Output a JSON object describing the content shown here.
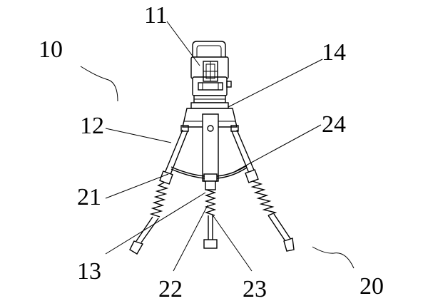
{
  "labels": {
    "l10": "10",
    "l11": "11",
    "l12": "12",
    "l13": "13",
    "l14": "14",
    "l20": "20",
    "l21": "21",
    "l22": "22",
    "l23": "23",
    "l24": "24"
  }
}
